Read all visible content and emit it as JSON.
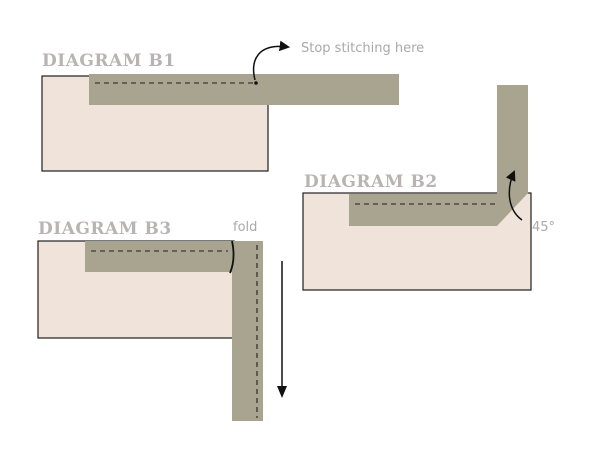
{
  "diagrams": {
    "b1": {
      "title": "DIAGRAM B1",
      "note": "Stop stitching here"
    },
    "b2": {
      "title": "DIAGRAM B2",
      "angle_label": "45°"
    },
    "b3": {
      "title": "DIAGRAM B3",
      "fold_label": "fold"
    }
  },
  "colors": {
    "fabric": "#f0e4da",
    "binding": "#a8a48f",
    "outline": "#1e1e1e",
    "title_text": "#b9b3b3",
    "note_text": "#a9a9a9"
  }
}
